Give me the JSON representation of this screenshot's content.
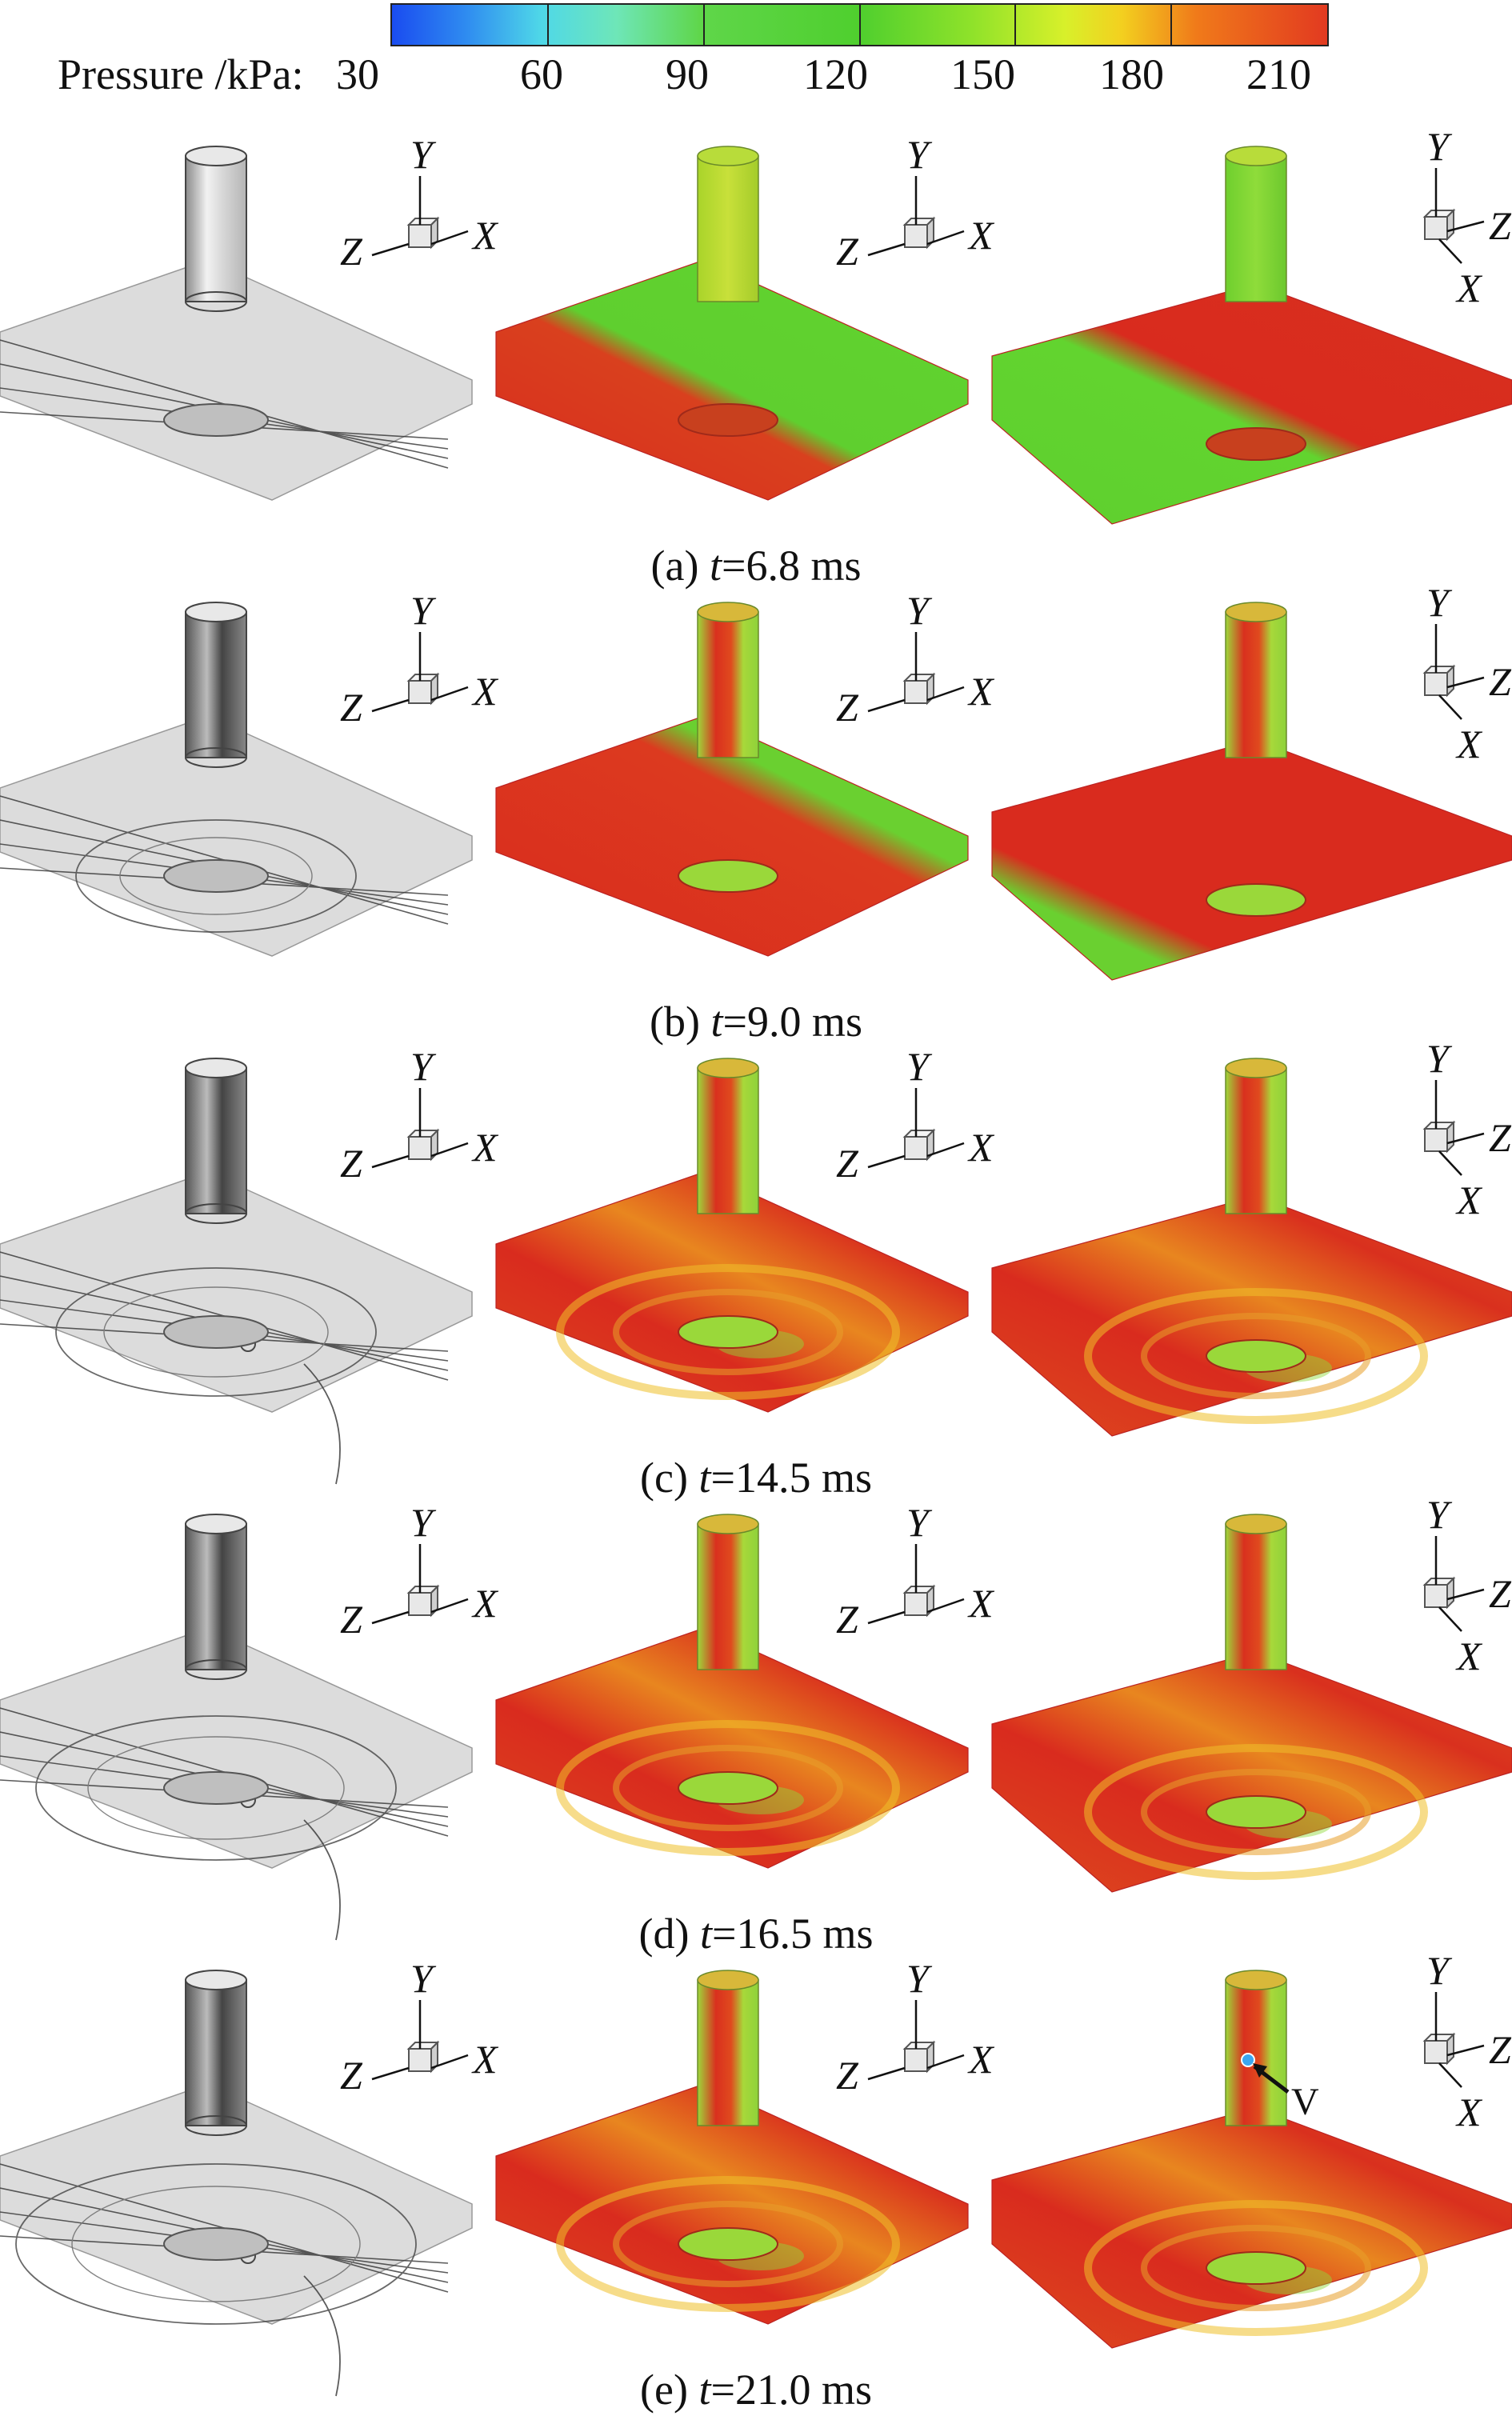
{
  "colorbar": {
    "title": "Pressure /kPa:",
    "ticks": [
      "30",
      "60",
      "90",
      "120",
      "150",
      "180",
      "210"
    ],
    "colors": [
      "#1a5cf0",
      "#4ee6d8",
      "#5fd64a",
      "#4ccf2e",
      "#9be62a",
      "#f07a1a",
      "#e02a20"
    ]
  },
  "axes": {
    "y": "Y",
    "z": "Z",
    "x": "X"
  },
  "rows": [
    {
      "prefix": "(a) ",
      "var": "t",
      "value": "=6.8 ms"
    },
    {
      "prefix": "(b) ",
      "var": "t",
      "value": "=9.0 ms"
    },
    {
      "prefix": "(c) ",
      "var": "t",
      "value": "=14.5 ms"
    },
    {
      "prefix": "(d) ",
      "var": "t",
      "value": "=16.5 ms"
    },
    {
      "prefix": "(e) ",
      "var": "t",
      "value": "=21.0 ms"
    }
  ],
  "annotation": {
    "vortex_label": "V"
  },
  "colors": {
    "schlieren_plate": "#dcdcdc",
    "high_pressure": "#d92b1e",
    "mid_pressure": "#5fcf2f",
    "transition": "#e9a51f",
    "cylinder_green": "#86d233"
  }
}
